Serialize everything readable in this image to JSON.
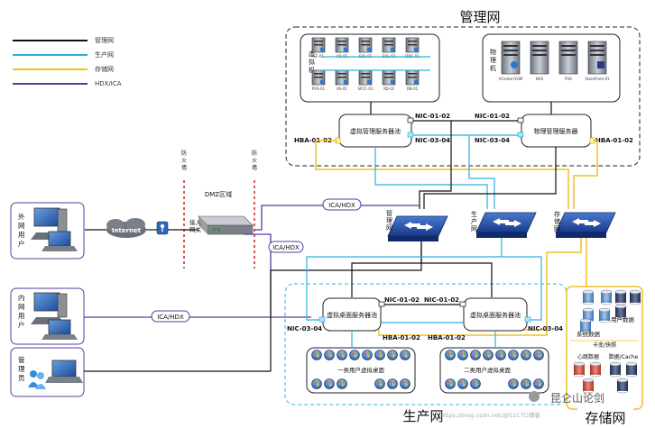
{
  "legend": [
    {
      "label": "管理网",
      "color": "#111111"
    },
    {
      "label": "生产网",
      "color": "#2ab0e0"
    },
    {
      "label": "存储网",
      "color": "#f0c020"
    },
    {
      "label": "HDX/ICA",
      "color": "#5a3aa0"
    }
  ],
  "zones": {
    "mgmt_title": "管理网",
    "prod_title": "生产网",
    "storage_title": "存储网",
    "dmz": "DMZ区域"
  },
  "mgmt": {
    "vm_group_label": "虚\n拟\n机",
    "vm_labels": [
      "SF-01",
      "AD-01",
      "SQL-01",
      "SQL-02",
      "DDC-01",
      "PVS-01",
      "XA-01",
      "SFCC-01",
      "XD-01",
      "DB-01"
    ],
    "phys_group_label": "物\n理\n机",
    "phys_labels": [
      "VCenter/VUM",
      "NAS",
      "PVS",
      "StoreFront-01"
    ],
    "virt_mgmt_pool": "虚拟管理服务器池",
    "phys_mgmt_server": "物理管理服务器",
    "nic_01_02_left": "NIC-01-02",
    "nic_03_04_left": "NIC-03-04",
    "nic_01_02_right": "NIC-01-02",
    "nic_03_04_right": "NIC-03-04",
    "hba_left": "HBA-01-02",
    "hba_right": "HBA-01-02"
  },
  "edge": {
    "firewall1": "防\n火\n墙",
    "firewall2": "防\n火\n墙",
    "gateway": "接入\n网关",
    "internet": "Internet",
    "external_users": "外\n网\n用\n户",
    "internal_users": "内\n网\n用\n户",
    "admin": "管\n理\n员"
  },
  "links": {
    "ica_hdx_1": "ICA/HDX",
    "ica_hdx_2": "ICA/HDX",
    "ica_hdx_3": "ICA/HDX"
  },
  "switches": {
    "mgmt": "管\n理\n网",
    "prod": "生\n产\n网",
    "storage": "存\n储\n网"
  },
  "prod": {
    "pool_left": "虚拟桌面服务器池",
    "pool_right": "虚拟桌面服务器池",
    "nic_01_02_a": "NIC-01-02",
    "nic_01_02_b": "NIC-01-02",
    "nic_03_04_a": "NIC-03-04",
    "nic_03_04_b": "NIC-03-04",
    "hba_a": "HBA-01-02",
    "hba_b": "HBA-01-02",
    "desk_left": "一类用户虚拟桌面",
    "desk_right": "二类用户虚拟桌面"
  },
  "storage": {
    "sys_data": "系统数据",
    "user_data": "用户数据",
    "center_label": "卡变/快照",
    "heat_data": "心跳数据",
    "cache": "数据/Cache"
  },
  "watermark": {
    "brand": "昆仑山论剑",
    "url": "https://blog.csdn.net/@51CTO博客"
  }
}
